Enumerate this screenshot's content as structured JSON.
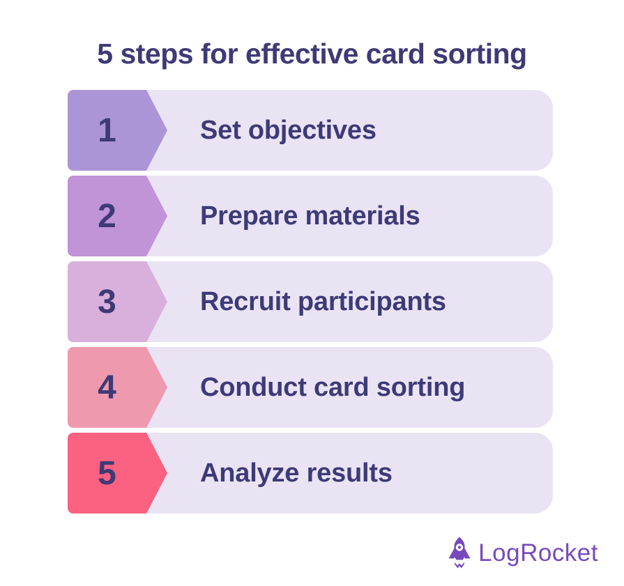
{
  "title": {
    "text": "5 steps for effective card sorting"
  },
  "theme": {
    "background": "#ffffff",
    "heading_color": "#3e3a76",
    "row_background": "#e9e3f4",
    "logo_color": "#764abc"
  },
  "steps": {
    "items": [
      {
        "number": "1",
        "label": "Set objectives",
        "arrow_color": "#ac95d7"
      },
      {
        "number": "2",
        "label": "Prepare materials",
        "arrow_color": "#c094d7"
      },
      {
        "number": "3",
        "label": "Recruit participants",
        "arrow_color": "#d8b0db"
      },
      {
        "number": "4",
        "label": "Conduct card sorting",
        "arrow_color": "#ef99ae"
      },
      {
        "number": "5",
        "label": "Analyze results",
        "arrow_color": "#fb6181"
      }
    ]
  },
  "footer": {
    "brand": "LogRocket",
    "icon": "rocket-icon"
  }
}
